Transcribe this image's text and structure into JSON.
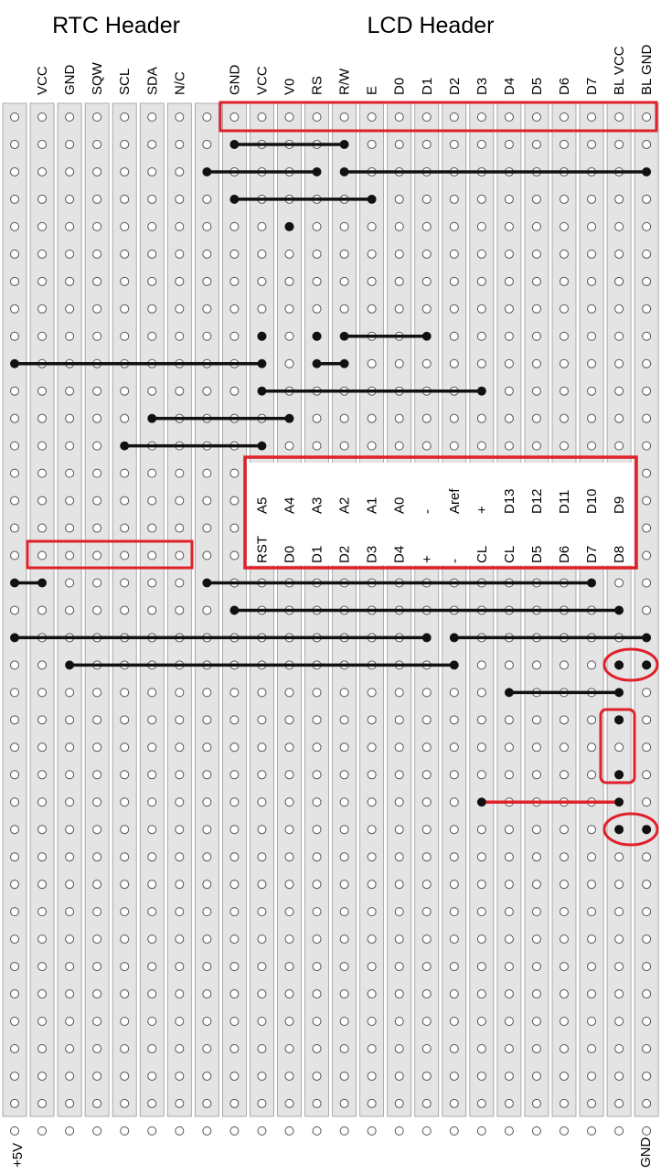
{
  "rtc_header": {
    "title": "RTC Header",
    "pins": [
      "VCC",
      "GND",
      "SQW",
      "SCL",
      "SDA",
      "N/C"
    ]
  },
  "lcd_header": {
    "title": "LCD Header",
    "pins": [
      "GND",
      "VCC",
      "V0",
      "RS",
      "R/W",
      "E",
      "D0",
      "D1",
      "D2",
      "D3",
      "D4",
      "D5",
      "D6",
      "D7",
      "BL VCC",
      "BL GND"
    ]
  },
  "edge_labels": {
    "left": "+5V",
    "right": "GND"
  },
  "arduino": {
    "top_row": [
      "A5",
      "A4",
      "A3",
      "A2",
      "A1",
      "A0",
      "-",
      "Aref",
      "+",
      "D13",
      "D12",
      "D11",
      "D10",
      "D9"
    ],
    "bottom_row": [
      "RST",
      "D0",
      "D1",
      "D2",
      "D3",
      "D4",
      "+",
      "-",
      "CL",
      "CL",
      "D5",
      "D6",
      "D7",
      "D8"
    ]
  },
  "colors": {
    "strip": "#e4e4e4",
    "strip_border": "#9a9a9a",
    "hole": "#555555",
    "wire": "#111111",
    "highlight": "#e0202a"
  },
  "wires": [
    {
      "row": 1,
      "from": 8,
      "to": 12
    },
    {
      "row": 2,
      "from": 7,
      "to": 11
    },
    {
      "row": 2,
      "from": 12,
      "to": 23
    },
    {
      "row": 3,
      "from": 8,
      "to": 13
    },
    {
      "row": 8,
      "from": 12,
      "to": 15
    },
    {
      "row": 9,
      "from": 0,
      "to": 9
    },
    {
      "row": 9,
      "from": 11,
      "to": 12
    },
    {
      "row": 10,
      "from": 9,
      "to": 17
    },
    {
      "row": 11,
      "from": 5,
      "to": 10
    },
    {
      "row": 12,
      "from": 4,
      "to": 9
    },
    {
      "row": 17,
      "from": 0,
      "to": 1
    },
    {
      "row": 17,
      "from": 7,
      "to": 21
    },
    {
      "row": 18,
      "from": 8,
      "to": 22
    },
    {
      "row": 19,
      "from": 0,
      "to": 15
    },
    {
      "row": 19,
      "from": 16,
      "to": 23
    },
    {
      "row": 20,
      "from": 2,
      "to": 16
    },
    {
      "row": 21,
      "from": 18,
      "to": 22
    }
  ],
  "red_wires": [
    {
      "row": 25,
      "from": 17,
      "to": 22
    }
  ],
  "dots": [
    {
      "row": 4,
      "col": 10
    },
    {
      "row": 8,
      "col": 9
    },
    {
      "row": 8,
      "col": 11
    },
    {
      "row": 20,
      "col": 22
    },
    {
      "row": 20,
      "col": 23
    },
    {
      "row": 22,
      "col": 22
    },
    {
      "row": 24,
      "col": 22
    },
    {
      "row": 26,
      "col": 22
    },
    {
      "row": 26,
      "col": 23
    }
  ]
}
